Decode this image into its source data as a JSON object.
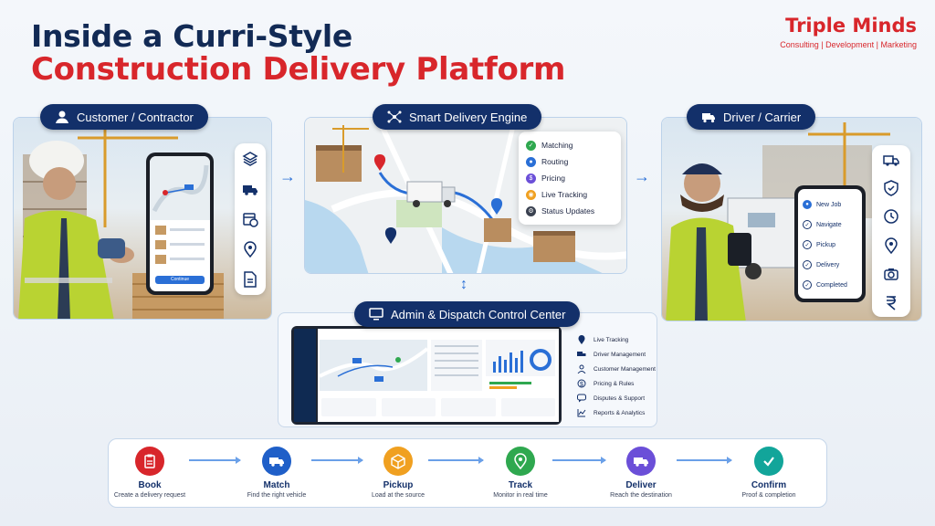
{
  "title": {
    "line1": "Inside a Curri-Style",
    "line2": "Construction Delivery Platform"
  },
  "brand": {
    "name": "Triple Minds",
    "tagline": "Consulting  |  Development  |  Marketing"
  },
  "colors": {
    "navy": "#13306a",
    "red": "#d8262b",
    "blue": "#2a6fd6"
  },
  "customer": {
    "label": "Customer / Contractor",
    "icons": [
      "boxes-icon",
      "truck-icon",
      "calendar-clock-icon",
      "location-pin-icon",
      "document-icon"
    ],
    "phone_button": "Continue"
  },
  "engine": {
    "label": "Smart Delivery Engine",
    "features": [
      {
        "label": "Matching",
        "color": "#2fa84f",
        "icon": "check-icon"
      },
      {
        "label": "Routing",
        "color": "#2a6fd6",
        "icon": "route-icon"
      },
      {
        "label": "Pricing",
        "color": "#6b4fd8",
        "icon": "dollar-icon"
      },
      {
        "label": "Live Tracking",
        "color": "#f0a020",
        "icon": "tracking-icon"
      },
      {
        "label": "Status Updates",
        "color": "#3a4150",
        "icon": "gear-icon"
      }
    ]
  },
  "driver": {
    "label": "Driver / Carrier",
    "jobs": [
      "New Job",
      "Navigate",
      "Pickup",
      "Delivery",
      "Completed"
    ],
    "icons": [
      "truck-icon",
      "shield-icon",
      "clock-icon",
      "location-pin-icon",
      "camera-icon",
      "rupee-icon"
    ]
  },
  "admin": {
    "label": "Admin & Dispatch Control Center",
    "items": [
      "Live Tracking",
      "Driver Management",
      "Customer Management",
      "Pricing & Rules",
      "Disputes & Support",
      "Reports & Analytics"
    ]
  },
  "steps": [
    {
      "label": "Book",
      "sub": "Create a delivery request",
      "color": "#d8262b"
    },
    {
      "label": "Match",
      "sub": "Find the right vehicle",
      "color": "#1f5fc8"
    },
    {
      "label": "Pickup",
      "sub": "Load at the source",
      "color": "#f0a020"
    },
    {
      "label": "Track",
      "sub": "Monitor in real time",
      "color": "#2fa84f"
    },
    {
      "label": "Deliver",
      "sub": "Reach the destination",
      "color": "#6b4fd8"
    },
    {
      "label": "Confirm",
      "sub": "Proof & completion",
      "color": "#12a59a"
    }
  ]
}
